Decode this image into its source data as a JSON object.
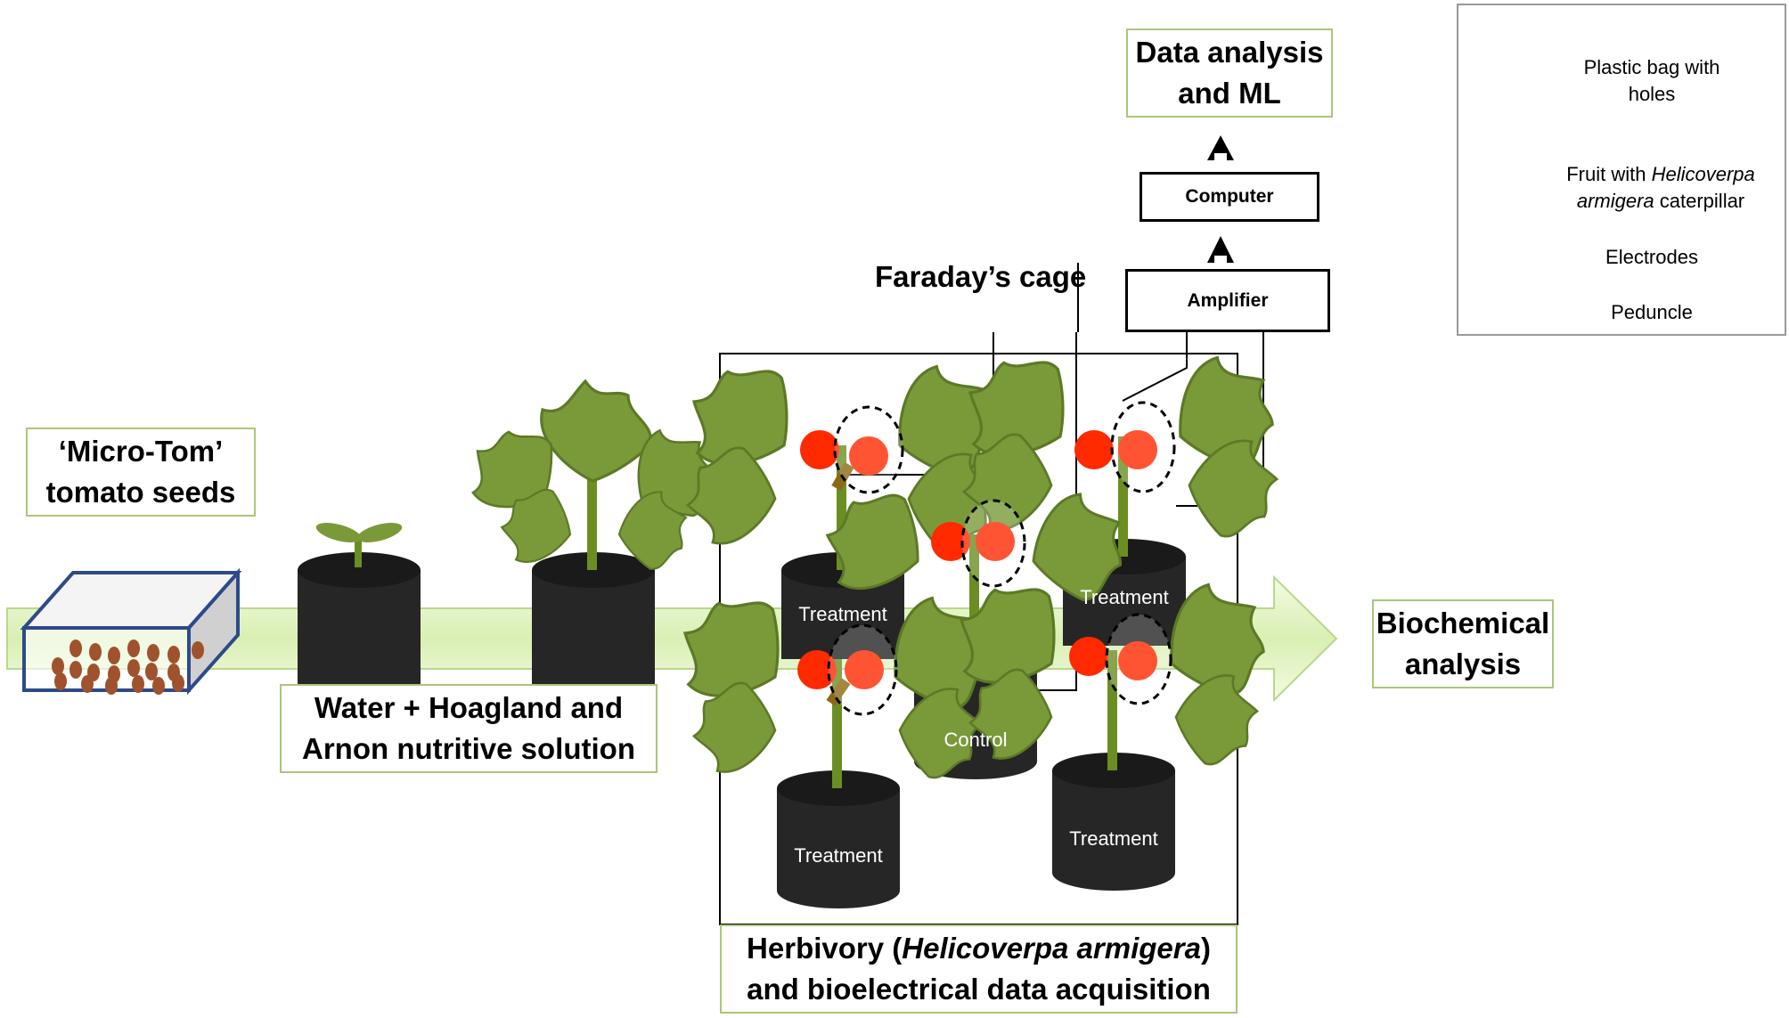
{
  "steps": {
    "seeds": [
      "‘Micro-Tom’",
      "tomato seeds"
    ],
    "nutrition": [
      "Water + Hoagland and",
      "Arnon nutritive solution"
    ],
    "herbivory": {
      "line1_pre": "Herbivory (",
      "line1_species": "Helicoverpa armigera",
      "line1_post": ")",
      "line2": "and bioelectrical data acquisition"
    },
    "biochemical": [
      "Biochemical",
      "analysis"
    ],
    "data_analysis": [
      "Data analysis",
      "and ML"
    ]
  },
  "equipment": {
    "faraday": "Faraday’s cage",
    "amplifier": "Amplifier",
    "computer": "Computer"
  },
  "pots": {
    "treatment_top_left": "Treatment",
    "treatment_top_right": "Treatment",
    "control": "Control",
    "treatment_bottom_left": "Treatment",
    "treatment_bottom_right": "Treatment"
  },
  "legend": {
    "bag": [
      "Plastic bag with",
      "holes"
    ],
    "fruit_pre": "Fruit with ",
    "fruit_species": "Helicoverpa",
    "fruit_line2_species": "armigera",
    "fruit_line2_post": " caterpillar",
    "electrodes": "Electrodes",
    "peduncle": "Peduncle"
  },
  "colors": {
    "leaf": "#7a9a3a",
    "stem": "#6b8e23",
    "fruit": "#ff2a00",
    "pot": "#262626",
    "seed": "#a0522d",
    "arrow": "#e6f5c8",
    "box_border": "#a9c77a"
  }
}
